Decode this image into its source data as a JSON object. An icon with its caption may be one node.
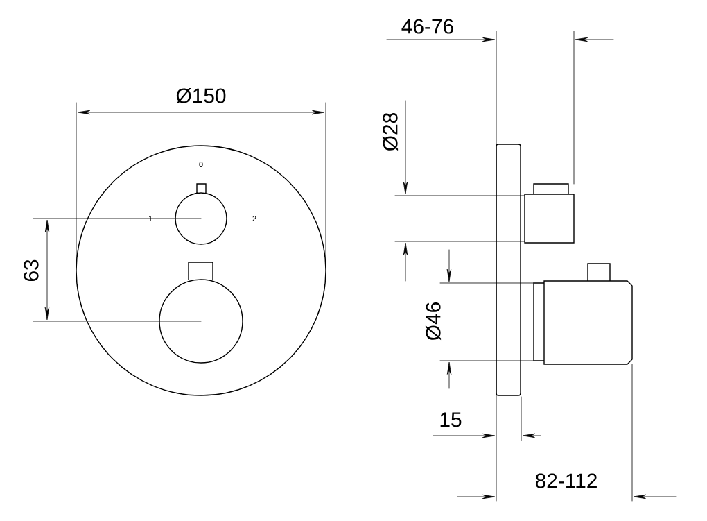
{
  "diagram": {
    "labels": [
      "46-76",
      "Ø150",
      "Ø28",
      "0",
      "1",
      "2",
      "63",
      "Ø46",
      "15",
      "82-112"
    ]
  }
}
